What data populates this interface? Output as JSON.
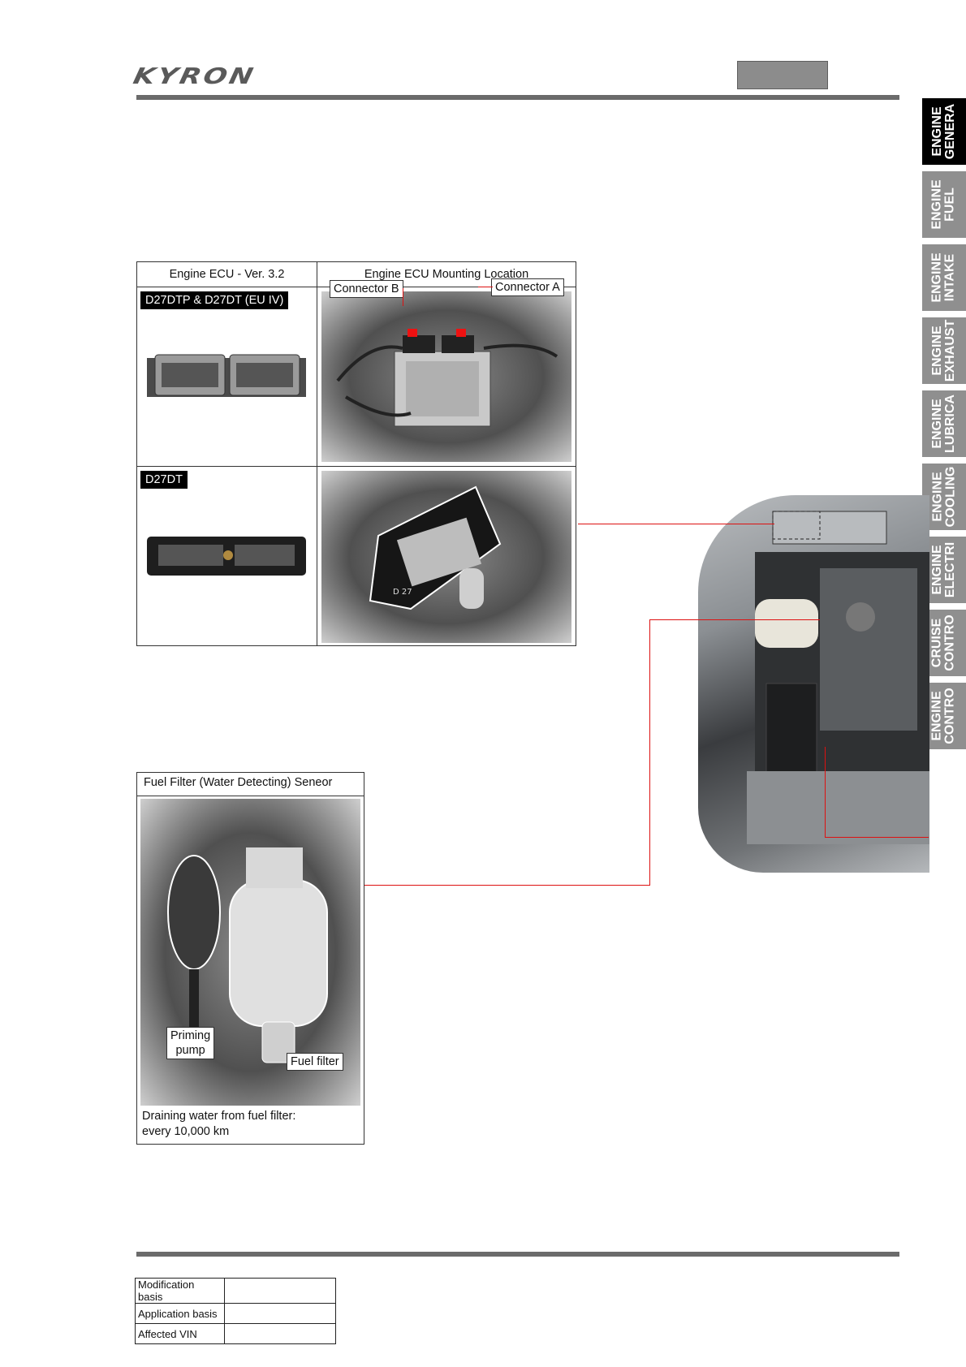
{
  "header": {
    "logo": "KYRON"
  },
  "side_tabs": [
    {
      "label": "ENGINE\nGENERA",
      "active": true
    },
    {
      "label": "ENGINE\nFUEL",
      "active": false
    },
    {
      "label": "ENGINE\nINTAKE",
      "active": false
    },
    {
      "label": "ENGINE\nEXHAUST",
      "active": false
    },
    {
      "label": "ENGINE\nLUBRICA",
      "active": false
    },
    {
      "label": "ENGINE\nCOOLING",
      "active": false
    },
    {
      "label": "ENGINE\nELECTRI",
      "active": false
    },
    {
      "label": "CRUISE\nCONTRO",
      "active": false
    },
    {
      "label": "ENGINE\nCONTRO",
      "active": false
    }
  ],
  "ecu_table": {
    "col1_header": "Engine ECU - Ver. 3.2",
    "col2_header": "Engine ECU Mounting Location",
    "rows": [
      {
        "model": "D27DTP & D27DT (EU IV)",
        "callouts": [
          "Connector B",
          "Connector A"
        ]
      },
      {
        "model": "D27DT",
        "plate_text": "D 27"
      }
    ]
  },
  "fuel_filter": {
    "title": "Fuel Filter (Water Detecting) Seneor",
    "callouts": {
      "priming_pump": "Priming\npump",
      "fuel_filter": "Fuel filter"
    },
    "note": "Draining water from fuel filter:\nevery 10,000 km"
  },
  "info_table": [
    {
      "key": "Modification basis",
      "value": ""
    },
    {
      "key": "Application basis",
      "value": ""
    },
    {
      "key": "Affected VIN",
      "value": ""
    }
  ],
  "colors": {
    "callout_line": "#dd1111",
    "tab_active": "#000000",
    "tab_inactive": "#8f8f8f",
    "rule": "#6b6b6b"
  }
}
